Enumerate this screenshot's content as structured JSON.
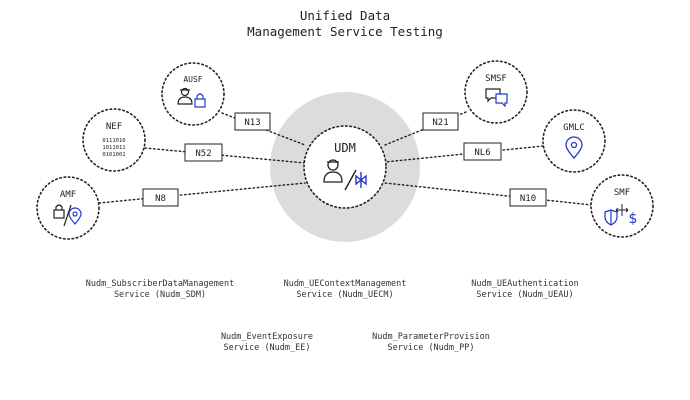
{
  "title": {
    "line1": "Unified Data",
    "line2": "Management Service Testing"
  },
  "colors": {
    "accent_blue": "#2336c9",
    "center_fill": "#dcdcdc",
    "ink": "#222222"
  },
  "center": {
    "label": "UDM",
    "icons": [
      "user-icon",
      "bowtie-icon"
    ]
  },
  "nodes": [
    {
      "id": "amf",
      "label": "AMF",
      "interface": "N8",
      "icons": [
        "lock-icon",
        "location-pin-icon"
      ]
    },
    {
      "id": "nef",
      "label": "NEF",
      "interface": "N52",
      "binary": [
        "0111010",
        "1011011",
        "0101001"
      ]
    },
    {
      "id": "ausf",
      "label": "AUSF",
      "interface": "N13",
      "icons": [
        "user-icon",
        "lock-icon"
      ]
    },
    {
      "id": "smsf",
      "label": "SMSF",
      "interface": "N21",
      "icons": [
        "chat-bubbles-icon"
      ]
    },
    {
      "id": "gmlc",
      "label": "GMLC",
      "interface": "NL6",
      "icons": [
        "location-pin-icon"
      ]
    },
    {
      "id": "smf",
      "label": "SMF",
      "interface": "N10",
      "icons": [
        "shield-icon",
        "arrows-icon",
        "dollar-icon"
      ]
    }
  ],
  "services": [
    {
      "line1": "Nudm_SubscriberDataManagement",
      "line2": "Service (Nudm_SDM)"
    },
    {
      "line1": "Nudm_UEContextManagement",
      "line2": "Service (Nudm_UECM)"
    },
    {
      "line1": "Nudm_UEAuthentication",
      "line2": "Service (Nudm_UEAU)"
    },
    {
      "line1": "Nudm_EventExposure",
      "line2": "Service (Nudm_EE)"
    },
    {
      "line1": "Nudm_ParameterProvision",
      "line2": "Service (Nudm_PP)"
    }
  ]
}
